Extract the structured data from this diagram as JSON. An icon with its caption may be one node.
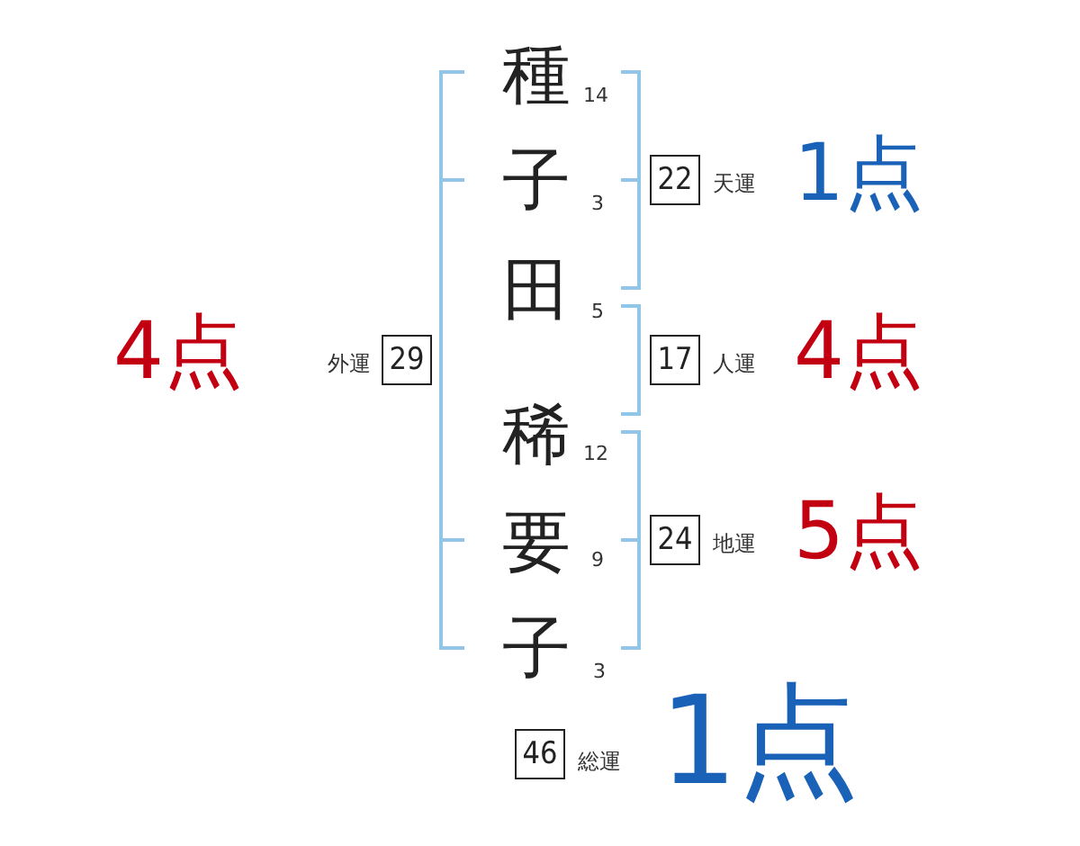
{
  "diagram": {
    "nodes": [
      {
        "text": [
          "22"
        ],
        "beside": [
          "天運",
          "1点"
        ]
      },
      {
        "text": [
          "29"
        ],
        "beside": [
          "4点",
          "外運"
        ]
      },
      {
        "text": [
          "17"
        ],
        "beside": [
          "人運",
          "4点"
        ]
      },
      {
        "text": [
          "24"
        ],
        "beside": [
          "地運",
          "5点"
        ]
      },
      {
        "text": [
          "46"
        ],
        "beside": [
          "総運",
          "1点"
        ]
      }
    ],
    "labels": [
      "種",
      "14",
      "子",
      "3",
      "田",
      "5",
      "稀",
      "12",
      "要",
      "9",
      "子",
      "3"
    ]
  }
}
